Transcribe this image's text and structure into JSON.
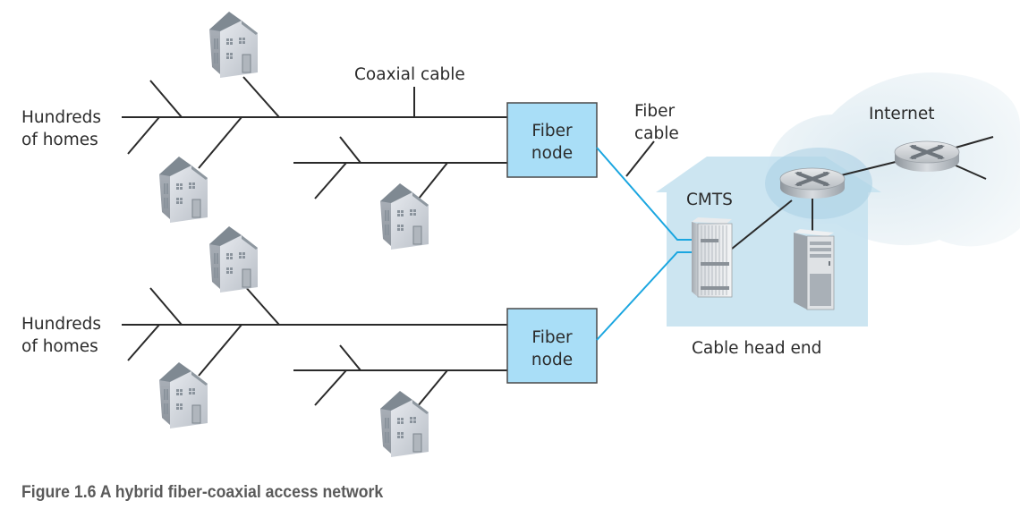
{
  "figure": {
    "caption": "Figure 1.6 A hybrid fiber-coaxial access network"
  },
  "labels": {
    "homes_top_line1": "Hundreds",
    "homes_top_line2": "of homes",
    "homes_bottom_line1": "Hundreds",
    "homes_bottom_line2": "of homes",
    "coaxial_cable": "Coaxial cable",
    "fiber_node_top_line1": "Fiber",
    "fiber_node_top_line2": "node",
    "fiber_node_bottom_line1": "Fiber",
    "fiber_node_bottom_line2": "node",
    "fiber_cable_line1": "Fiber",
    "fiber_cable_line2": "cable",
    "cmts": "CMTS",
    "internet": "Internet",
    "cable_head_end": "Cable head end"
  },
  "icons": {
    "house": "house-icon",
    "router": "router-icon",
    "server": "server-icon",
    "cmts": "cmts-rack-icon",
    "cloud": "internet-cloud"
  },
  "colors": {
    "fiber_line": "#1aa6e0",
    "fiber_node_fill": "#a9def7",
    "head_end_fill": "#c6e2f0",
    "cloud_fill": "#e4eff5",
    "line": "#2a2a2a",
    "caption": "#5a5a5a"
  }
}
